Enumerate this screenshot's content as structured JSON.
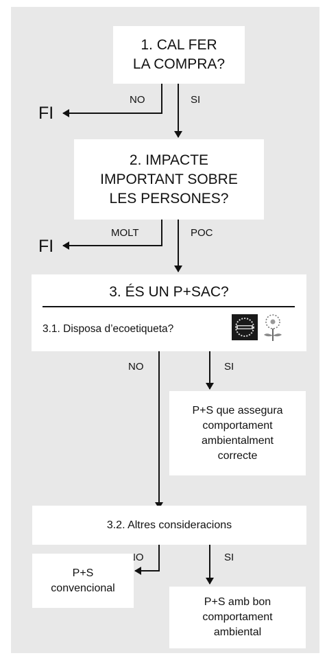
{
  "box1": {
    "line1": "1. CAL FER",
    "line2": "LA COMPRA?"
  },
  "branch1": {
    "no_label": "NO",
    "si_label": "SI",
    "end_label": "FI"
  },
  "box2": {
    "line1": "2. IMPACTE",
    "line2": "IMPORTANT SOBRE",
    "line3": "LES PERSONES?"
  },
  "branch2": {
    "molt_label": "MOLT",
    "poc_label": "POC",
    "end_label": "FI"
  },
  "box3": {
    "title": "3. ÉS UN P+SAC?",
    "question": "3.1. Disposa d’ecoetiqueta?",
    "icons": [
      "eu-ecolabel-circle-icon",
      "eu-ecolabel-flower-icon"
    ]
  },
  "branch3": {
    "no_label": "NO",
    "si_label": "SI"
  },
  "box_correct": {
    "line1": "P+S que assegura",
    "line2": "comportament",
    "line3": "ambientalment",
    "line4": "correcte"
  },
  "box4": {
    "text": "3.2. Altres consideracions"
  },
  "branch4": {
    "no_label": "NO",
    "si_label": "SI"
  },
  "box_conventional": {
    "line1": "P+S",
    "line2": "convencional"
  },
  "box_good": {
    "line1": "P+S amb bon",
    "line2": "comportament",
    "line3": "ambiental"
  },
  "colors": {
    "panel": "#e8e8e8",
    "box": "#ffffff",
    "line": "#111111",
    "icon_dark": "#1a1a1a"
  }
}
